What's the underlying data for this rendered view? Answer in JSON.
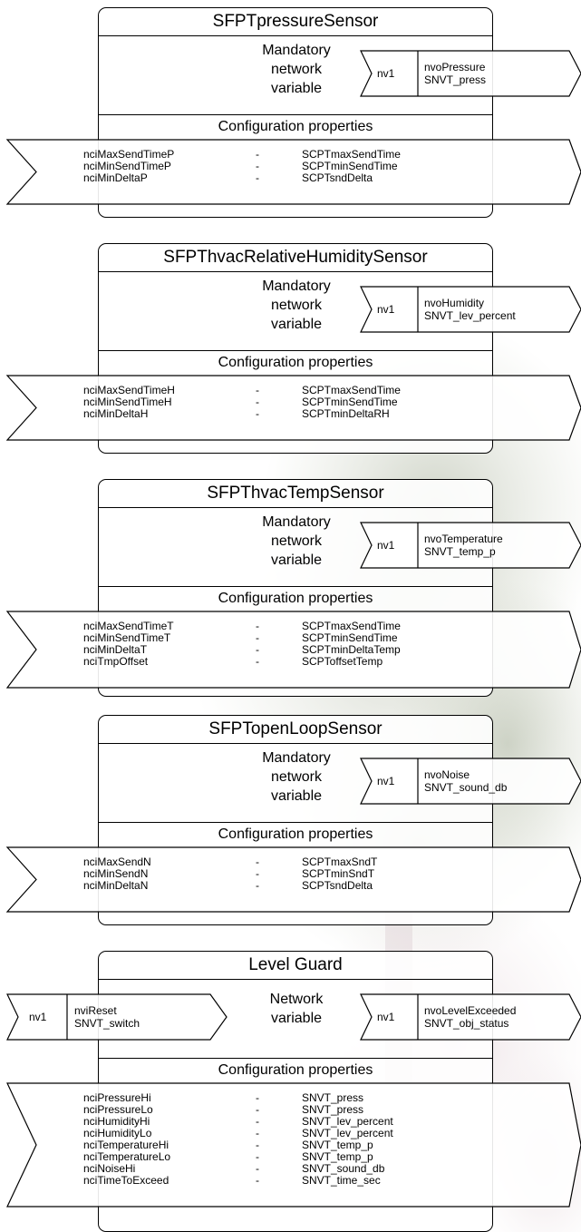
{
  "blocks": [
    {
      "title": "SFPTpressureSensor",
      "nv_label": [
        "Mandatory",
        "network",
        "variable"
      ],
      "output": {
        "id": "nv1",
        "name": "nvoPressure",
        "type": "SNVT_press"
      },
      "config_title": "Configuration properties",
      "config": [
        {
          "name": "nciMaxSendTimeP",
          "dash": "-",
          "type": "SCPTmaxSendTime"
        },
        {
          "name": "nciMinSendTimeP",
          "dash": "-",
          "type": "SCPTminSendTime"
        },
        {
          "name": "nciMinDeltaP",
          "dash": "-",
          "type": "SCPTsndDelta"
        }
      ]
    },
    {
      "title": "SFPThvacRelativeHumiditySensor",
      "nv_label": [
        "Mandatory",
        "network",
        "variable"
      ],
      "output": {
        "id": "nv1",
        "name": "nvoHumidity",
        "type": "SNVT_lev_percent"
      },
      "config_title": "Configuration properties",
      "config": [
        {
          "name": "nciMaxSendTimeH",
          "dash": "-",
          "type": "SCPTmaxSendTime"
        },
        {
          "name": "nciMinSendTimeH",
          "dash": "-",
          "type": "SCPTminSendTime"
        },
        {
          "name": "nciMinDeltaH",
          "dash": "-",
          "type": "SCPTminDeltaRH"
        }
      ]
    },
    {
      "title": "SFPThvacTempSensor",
      "nv_label": [
        "Mandatory",
        "network",
        "variable"
      ],
      "output": {
        "id": "nv1",
        "name": "nvoTemperature",
        "type": "SNVT_temp_p"
      },
      "config_title": "Configuration properties",
      "config": [
        {
          "name": "nciMaxSendTimeT",
          "dash": "-",
          "type": "SCPTmaxSendTime"
        },
        {
          "name": "nciMinSendTimeT",
          "dash": "-",
          "type": "SCPTminSendTime"
        },
        {
          "name": "nciMinDeltaT",
          "dash": "-",
          "type": "SCPTminDeltaTemp"
        },
        {
          "name": "nciTmpOffset",
          "dash": "-",
          "type": "SCPToffsetTemp"
        }
      ]
    },
    {
      "title": "SFPTopenLoopSensor",
      "nv_label": [
        "Mandatory",
        "network",
        "variable"
      ],
      "output": {
        "id": "nv1",
        "name": "nvoNoise",
        "type": "SNVT_sound_db"
      },
      "config_title": "Configuration properties",
      "config": [
        {
          "name": "nciMaxSendN",
          "dash": "-",
          "type": "SCPTmaxSndT"
        },
        {
          "name": "nciMinSendN",
          "dash": "-",
          "type": "SCPTminSndT"
        },
        {
          "name": "nciMinDeltaN",
          "dash": "-",
          "type": "SCPTsndDelta"
        }
      ]
    },
    {
      "title": "Level Guard",
      "nv_label": [
        "Network",
        "variable"
      ],
      "input": {
        "id": "nv1",
        "name": "nviReset",
        "type": "SNVT_switch"
      },
      "output": {
        "id": "nv1",
        "name": "nvoLevelExceeded",
        "type": "SNVT_obj_status"
      },
      "config_title": "Configuration properties",
      "config": [
        {
          "name": "nciPressureHi",
          "dash": "-",
          "type": "SNVT_press"
        },
        {
          "name": "nciPressureLo",
          "dash": "-",
          "type": "SNVT_press"
        },
        {
          "name": "nciHumidityHi",
          "dash": "-",
          "type": "SNVT_lev_percent"
        },
        {
          "name": "nciHumidityLo",
          "dash": "-",
          "type": "SNVT_lev_percent"
        },
        {
          "name": "nciTemperatureHi",
          "dash": "-",
          "type": "SNVT_temp_p"
        },
        {
          "name": "nciTemperatureLo",
          "dash": "-",
          "type": "SNVT_temp_p"
        },
        {
          "name": "nciNoiseHi",
          "dash": "-",
          "type": "SNVT_sound_db"
        },
        {
          "name": "nciTimeToExceed",
          "dash": "-",
          "type": "SNVT_time_sec"
        }
      ]
    }
  ]
}
